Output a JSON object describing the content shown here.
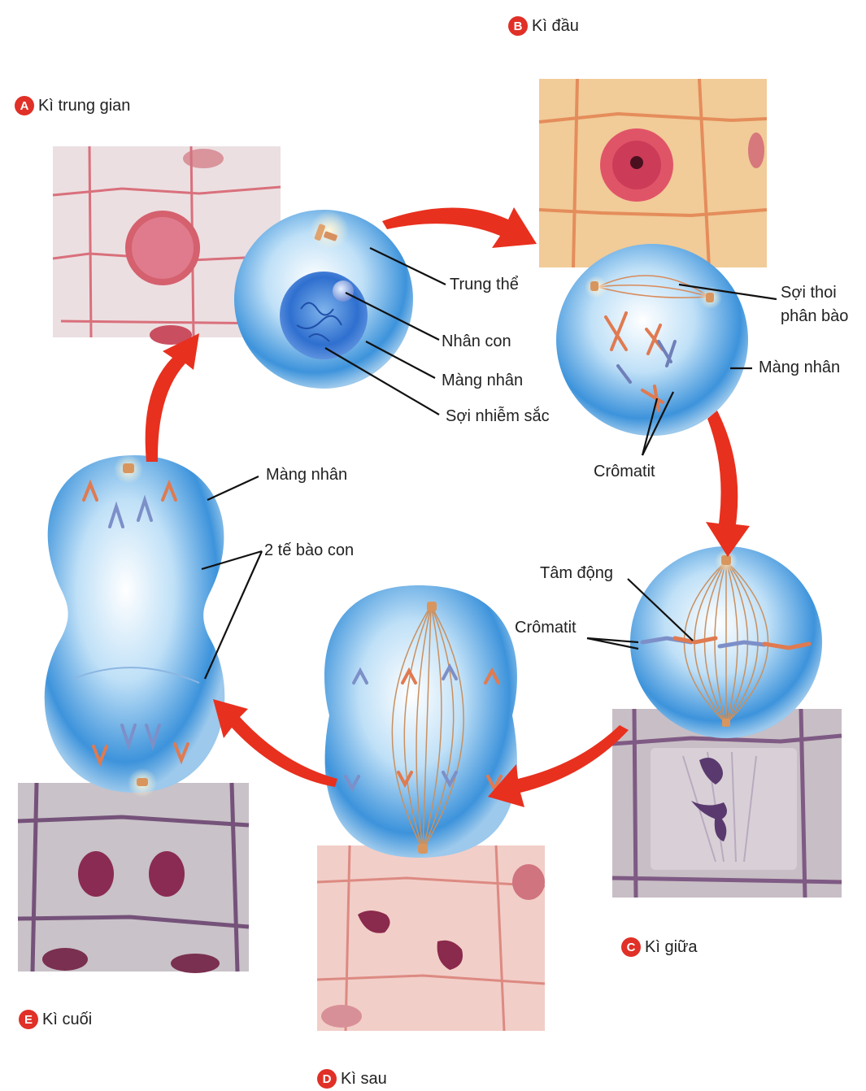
{
  "stages": {
    "a": {
      "letter": "A",
      "name": "Kì trung gian"
    },
    "b": {
      "letter": "B",
      "name": "Kì đầu"
    },
    "c": {
      "letter": "C",
      "name": "Kì giữa"
    },
    "d": {
      "letter": "D",
      "name": "Kì sau"
    },
    "e": {
      "letter": "E",
      "name": "Kì cuối"
    }
  },
  "labels": {
    "centrosome": "Trung thể",
    "nucleolus": "Nhân con",
    "nuclear_membrane_a": "Màng nhân",
    "chromatin": "Sợi nhiễm sắc",
    "spindle_line1": "Sợi thoi",
    "spindle_line2": "phân bào",
    "nuclear_membrane_b": "Màng nhân",
    "chromatid_b": "Crômatit",
    "centromere": "Tâm động",
    "chromatid_c": "Crômatit",
    "nuclear_membrane_e": "Màng nhân",
    "daughter_cells": "2 tế bào con"
  },
  "colors": {
    "accent": "#e03027",
    "cell_blue": "#4a9ee0",
    "tissue_pink": "#f1c8c4",
    "tissue_orange": "#f2cc96",
    "tissue_gray": "#cdc6cc"
  }
}
